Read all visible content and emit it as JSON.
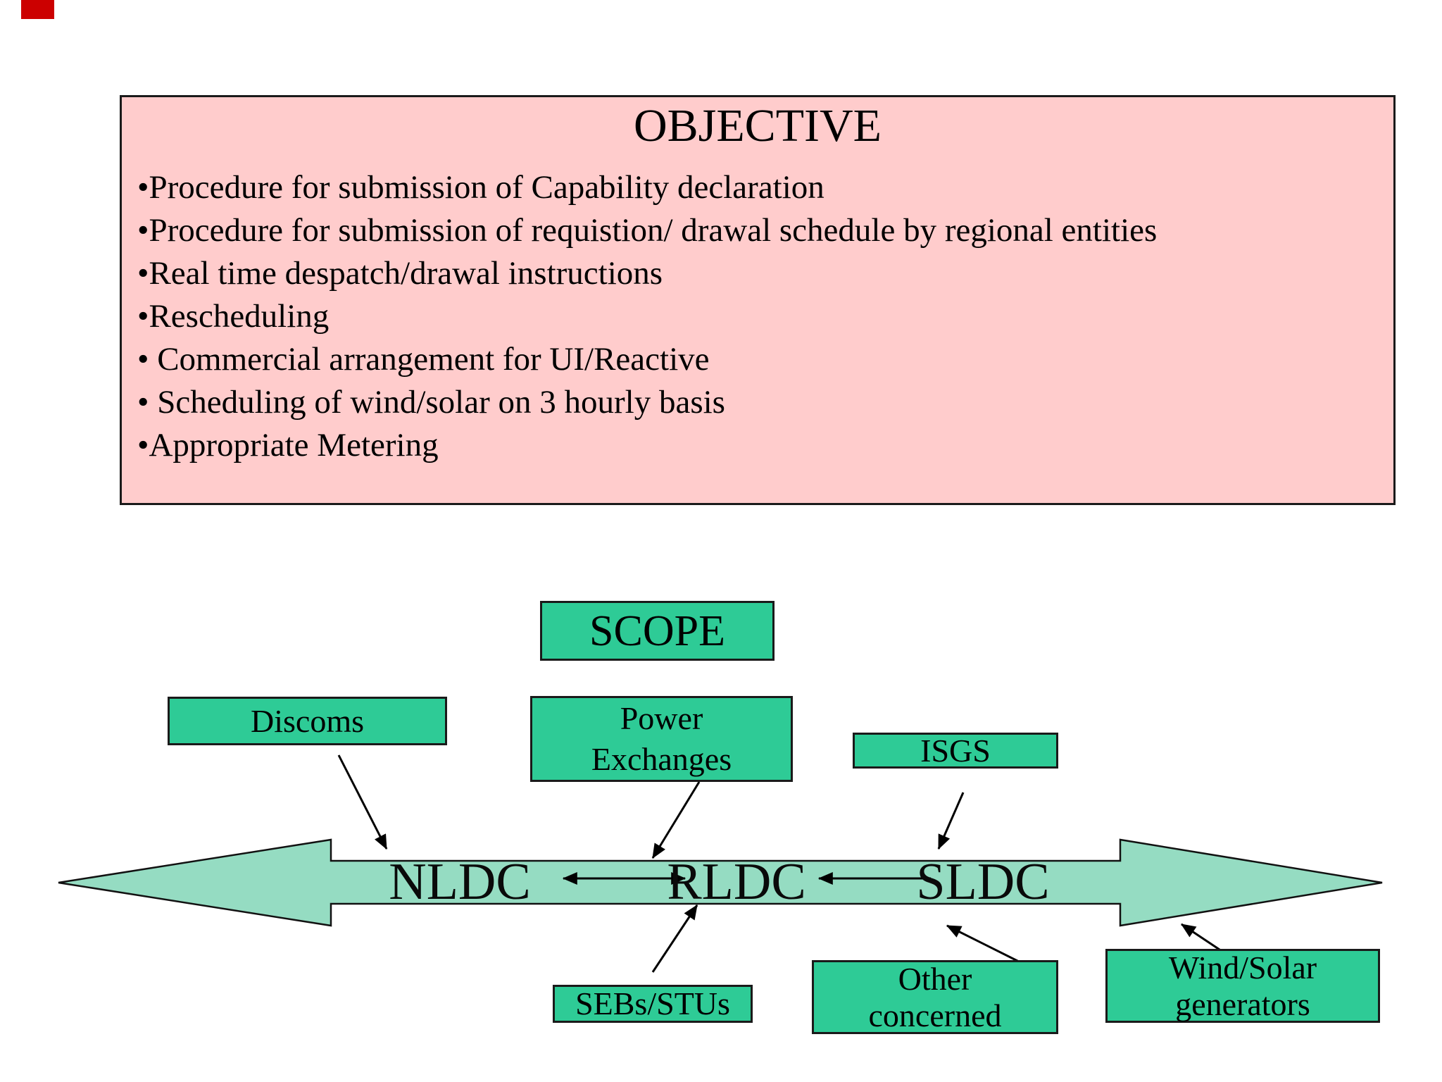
{
  "slide": {
    "corner_mark_color": "#cc0000",
    "background": "#ffffff"
  },
  "objective": {
    "title": "OBJECTIVE",
    "bullets": [
      "•Procedure for submission of Capability declaration",
      "•Procedure for submission of requistion/ drawal schedule by regional entities",
      "•Real time despatch/drawal instructions",
      "•Rescheduling",
      "• Commercial arrangement for UI/Reactive",
      "• Scheduling of wind/solar on 3 hourly basis",
      "•Appropriate Metering"
    ],
    "fill": "#ffcccc"
  },
  "scope": {
    "label": "SCOPE"
  },
  "boxes": {
    "discoms": {
      "label": "Discoms"
    },
    "power_exchanges": {
      "line1": "Power",
      "line2": "Exchanges"
    },
    "isgs": {
      "label": "ISGS"
    },
    "sebs_stus": {
      "label": "SEBs/STUs"
    },
    "other_concerned": {
      "line1": "Other",
      "line2": "concerned"
    },
    "wind_solar": {
      "line1": "Wind/Solar",
      "line2": "generators"
    }
  },
  "ldc_labels": {
    "nldc": "NLDC",
    "rldc": "RLDC",
    "sldc": "SLDC"
  },
  "colors": {
    "box_green": "#2ecb96",
    "arrow_body_green": "#95dcc2",
    "objective_pink": "#ffcccc",
    "outline_black": "#1a1a1a"
  }
}
